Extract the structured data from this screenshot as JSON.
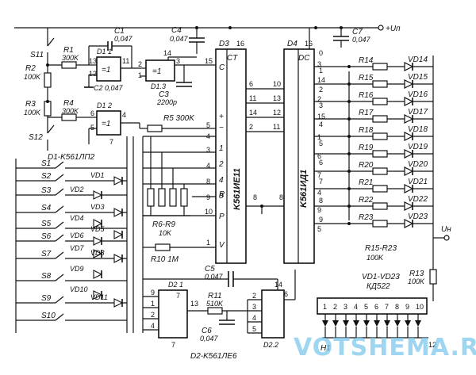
{
  "power": {
    "vplus": "+Uп",
    "output": "Uн"
  },
  "caps": {
    "c1": [
      "C1",
      "0,047"
    ],
    "c2": [
      "C2 0,047"
    ],
    "c3": [
      "C3",
      "2200p"
    ],
    "c4": [
      "C4",
      "0,047"
    ],
    "c5": [
      "C5",
      "0,047"
    ],
    "c6": [
      "C6",
      "0,047"
    ],
    "c7": [
      "C7",
      "0,047"
    ]
  },
  "resistors": {
    "r1": [
      "R1",
      "300K"
    ],
    "r2": [
      "R2",
      "100K"
    ],
    "r3": [
      "R3",
      "100K"
    ],
    "r4": [
      "R4",
      "300K"
    ],
    "r5": "R5 300K",
    "r6r9": [
      "R6-R9",
      "10K"
    ],
    "r10": "R10 1M",
    "r11": [
      "R11",
      "510K"
    ],
    "r13": [
      "R13",
      "100K"
    ],
    "r15r23": [
      "R15-R23",
      "100K"
    ],
    "ladder": [
      "R14",
      "R15",
      "R16",
      "R17",
      "R18",
      "R19",
      "R20",
      "R21",
      "R22",
      "R23"
    ]
  },
  "switches": [
    "S1",
    "S2",
    "S3",
    "S4",
    "S5",
    "S6",
    "S7",
    "S8",
    "S9",
    "S10"
  ],
  "top_switches": [
    "S11",
    "S12"
  ],
  "diodes_left": [
    "VD1",
    "VD2",
    "VD3",
    "VD4",
    "VD5",
    "VD6",
    "VD7",
    "VD8",
    "VD9",
    "VD10",
    "VD11"
  ],
  "diodes_right": [
    "VD14",
    "VD15",
    "VD16",
    "VD17",
    "VD18",
    "VD19",
    "VD20",
    "VD21",
    "VD22",
    "VD23"
  ],
  "diode_note": [
    "VD1-VD23",
    "КД522"
  ],
  "chips": {
    "d1": "D1-K561ЛП2",
    "d11": "D1 1",
    "d12": "D1 2",
    "d13": "D1.3",
    "eq": "=1",
    "d2_label": "D2-K561ЛЕ6",
    "d21": "D2 1",
    "d22": "D2.2",
    "d3": "D3",
    "d3_name": "K561ИЕ11",
    "d3_ct": "CT",
    "d4": "D4",
    "d4_name": "K561ИД1",
    "d4_dc": "DC",
    "d3_pins": [
      "C",
      "+",
      "−",
      "1",
      "2",
      "4",
      "8",
      "R",
      "P",
      "V"
    ]
  },
  "indicator": {
    "labels": [
      "1",
      "2",
      "3",
      "4",
      "5",
      "6",
      "7",
      "8",
      "9",
      "10"
    ],
    "h_label": "Н1",
    "bottom": "12"
  },
  "watermark": "VOTSHEMA.RU"
}
